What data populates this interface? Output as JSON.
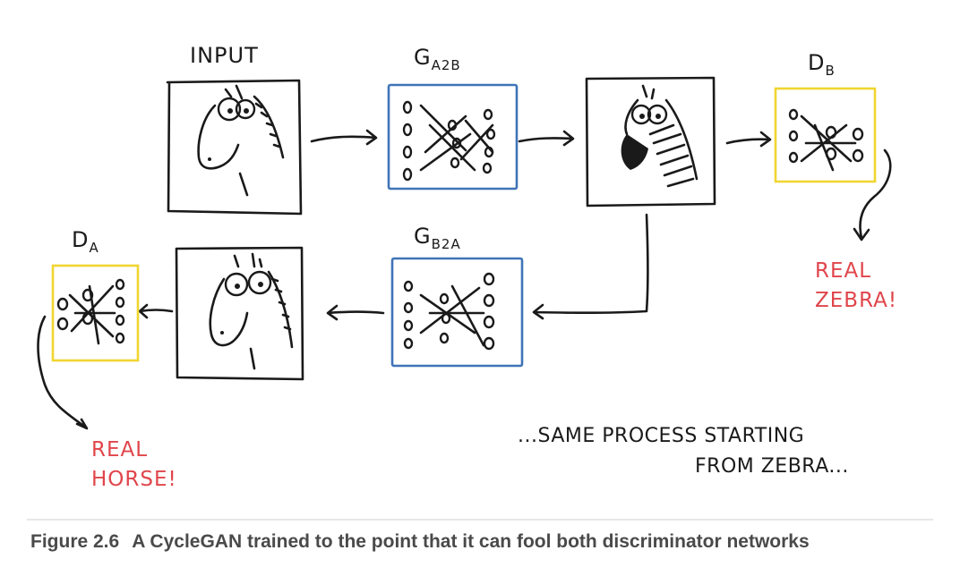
{
  "labels": {
    "input": "INPUT",
    "g_a2b": "G",
    "g_a2b_sub": "A2B",
    "g_b2a": "G",
    "g_b2a_sub": "B2A",
    "d_b": "D",
    "d_b_sub": "B",
    "d_a": "D",
    "d_a_sub": "A",
    "real_zebra_1": "REAL",
    "real_zebra_2": "ZEBRA!",
    "real_horse_1": "REAL",
    "real_horse_2": "HORSE!",
    "note_1": "...SAME PROCESS STARTING",
    "note_2": "FROM ZEBRA..."
  },
  "caption": {
    "figure": "Figure 2.6",
    "text": "A CycleGAN trained to the point that it can fool both discriminator networks"
  },
  "colors": {
    "generator_frame": "#3f74b8",
    "discriminator_frame": "#f1d531",
    "verdict_text": "#e0454b",
    "caption_text": "#4a4a4a"
  }
}
